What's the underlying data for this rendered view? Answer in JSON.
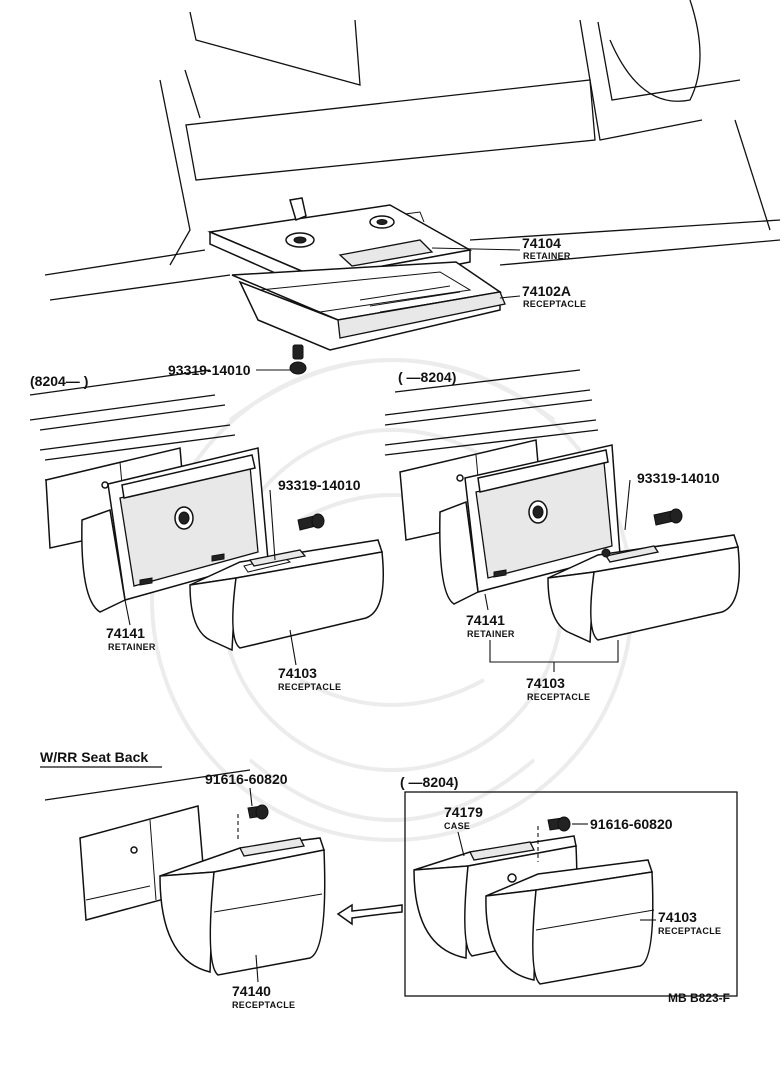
{
  "diagram": {
    "top": {
      "retainer": {
        "part_no": "74104",
        "name": "RETAINER"
      },
      "receptacle": {
        "part_no": "74102A",
        "name": "RECEPTACLE"
      },
      "screw": {
        "part_no": "93319-14010"
      }
    },
    "left_group": {
      "range": "(8204—      )",
      "screw": {
        "part_no": "93319-14010"
      },
      "retainer": {
        "part_no": "74141",
        "name": "RETAINER"
      },
      "receptacle": {
        "part_no": "74103",
        "name": "RECEPTACLE"
      }
    },
    "right_group": {
      "range": "(        —8204)",
      "screw": {
        "part_no": "93319-14010"
      },
      "retainer": {
        "part_no": "74141",
        "name": "RETAINER"
      },
      "receptacle": {
        "part_no": "74103",
        "name": "RECEPTACLE"
      }
    },
    "seat_back": {
      "heading": "W/RR Seat Back",
      "screw": {
        "part_no": "91616-60820"
      },
      "receptacle": {
        "part_no": "74140",
        "name": "RECEPTACLE"
      }
    },
    "boxed_group": {
      "range": "(        —8204)",
      "case": {
        "part_no": "74179",
        "name": "CASE"
      },
      "screw": {
        "part_no": "91616-60820"
      },
      "receptacle": {
        "part_no": "74103",
        "name": "RECEPTACLE"
      }
    },
    "ref_code": "MB B823-F"
  }
}
